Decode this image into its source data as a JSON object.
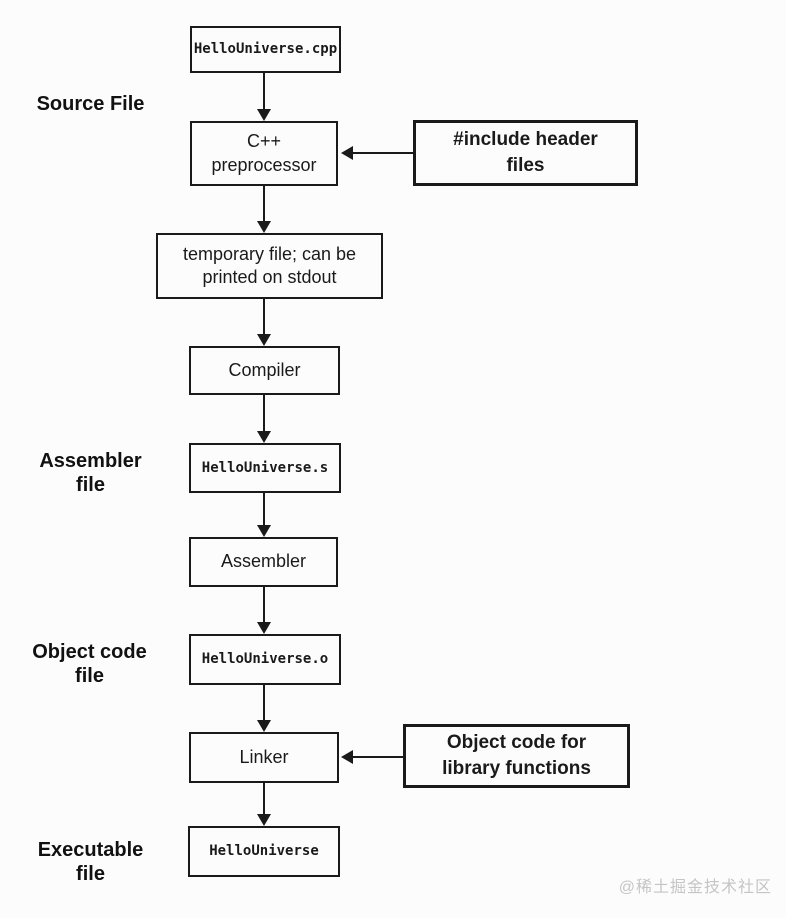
{
  "flowchart": {
    "side_labels": {
      "source_file": "Source File",
      "assembler_file": "Assembler\nfile",
      "object_code_file": "Object code\nfile",
      "executable_file": "Executable\nfile"
    },
    "nodes": {
      "source": "HelloUniverse.cpp",
      "preprocessor": "C++\npreprocessor",
      "include_headers": "#include header\nfiles",
      "temp_file": "temporary file; can be\nprinted on stdout",
      "compiler": "Compiler",
      "assembly_file": "HelloUniverse.s",
      "assembler": "Assembler",
      "object_file": "HelloUniverse.o",
      "linker": "Linker",
      "library_object_code": "Object code for\nlibrary functions",
      "executable": "HelloUniverse"
    },
    "watermark": "@稀土掘金技术社区"
  },
  "colors": {
    "line": "#1a1a1a",
    "background": "#fcfcfc",
    "watermark": "#c5c5c5"
  }
}
